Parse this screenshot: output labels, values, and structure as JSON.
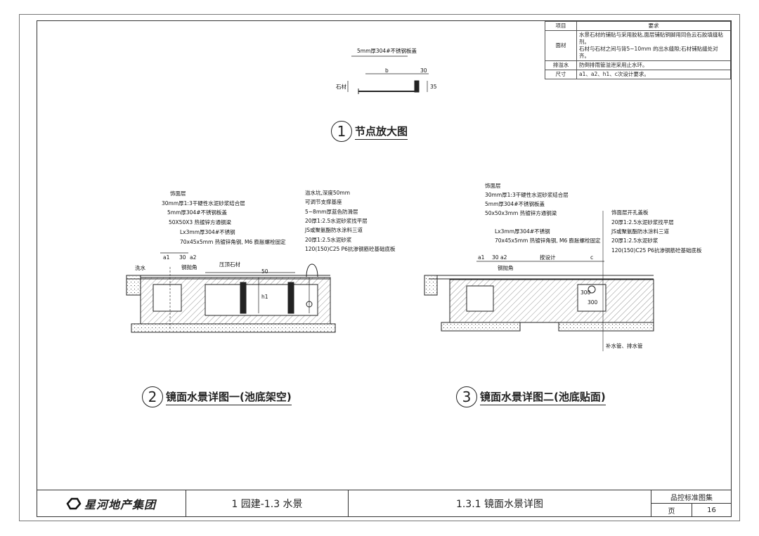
{
  "spec_table": {
    "header": {
      "item": "项目",
      "requirement": "要求"
    },
    "rows": [
      {
        "item": "面材",
        "lines": [
          "水景石材的铺贴与采用胶粘,面层铺贴铜脚用同色云石胶填缝粘剂。",
          "石材与石材之间与背5~10mm 的出水缝隙;石材铺贴缝处对齐。"
        ]
      },
      {
        "item": "排溢水",
        "lines": [
          "防倒排雨管溢泄采用止水环。"
        ]
      },
      {
        "item": "尺寸",
        "lines": [
          "a1、a2、h1、c次设计要求。"
        ]
      }
    ]
  },
  "detail1": {
    "label_top": "5mm厚304#不锈钢板盖",
    "dim_b": "b",
    "dim_30": "30",
    "dim_h": "35",
    "side": "石材",
    "title_num": "1",
    "title": "节点放大图"
  },
  "detail2": {
    "left_labels": [
      "饰面层",
      "30mm厚1:3干硬性水泥砂浆结合层",
      "5mm厚304#不锈钢板盖",
      "50X50X3 热镀锌方通钢梁",
      "Lx3mm厚304#不锈钢",
      "70x45x5mm 热镀锌角钢, M6 膨胀螺栓固定"
    ],
    "right_labels": [
      "溢水坑,深度50mm",
      "可调节支撑基座",
      "5~8mm厚蓝色防滑层",
      "20厚1:2.5水泥砂浆找平层",
      "JS或聚氨酯防水涂料三道",
      "20厚1:2.5水泥砂浆",
      "120(150)C25 P6抗渗钢筋砼基础底板"
    ],
    "dims": [
      "a1",
      "30",
      "a2",
      "50",
      "h1"
    ],
    "marks": [
      "洗水",
      "钢抛角",
      "压顶石材"
    ],
    "title_num": "2",
    "title": "镜面水景详图一(池底架空)"
  },
  "detail3": {
    "left_labels": [
      "饰面层",
      "30mm厚1:3干硬性水泥砂浆结合层",
      "5mm厚304#不锈钢板盖",
      "50x50x3mm 热镀锌方通钢梁",
      "Lx3mm厚304#不锈钢",
      "70x45x5mm 热镀锌角钢, M6 膨胀螺栓固定"
    ],
    "right_labels": [
      "饰面层开孔盖板",
      "20厚1:2.5水泥砂浆找平层",
      "JS或聚氨酯防水涂料三道",
      "20厚1:2.5水泥砂浆",
      "120(150)C25 P6抗渗钢筋砼基础底板"
    ],
    "dims": [
      "a1",
      "30",
      "a2",
      "按设计",
      "c",
      "300",
      "300"
    ],
    "marks": [
      "钢抛角",
      "补水管、排水管"
    ],
    "title_num": "3",
    "title": "镜面水景详图二(池底贴面)"
  },
  "title_block": {
    "company": "星河地产集团",
    "section": "1 园建-1.3 水景",
    "drawing": "1.3.1 镜面水景详图",
    "collection": "品控标准图集",
    "page_label": "页",
    "page_num": "16"
  }
}
